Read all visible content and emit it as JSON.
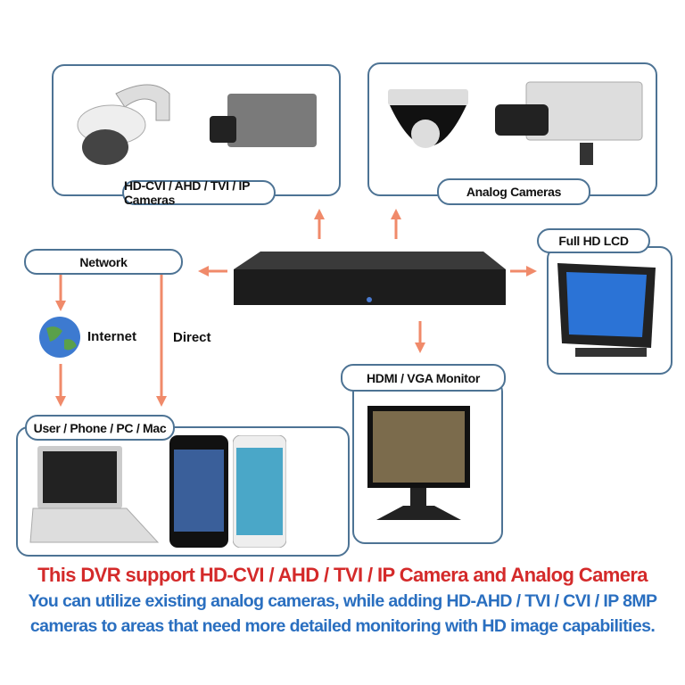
{
  "labels": {
    "hd_cameras": "HD-CVI / AHD / TVI / IP Cameras",
    "analog_cameras": "Analog Cameras",
    "full_hd_lcd": "Full HD LCD",
    "network": "Network",
    "internet": "Internet",
    "direct": "Direct",
    "user_devices": "User / Phone / PC / Mac",
    "hdmi_vga_monitor": "HDMI / VGA Monitor"
  },
  "captions": {
    "headline": "This DVR support HD-CVI / AHD / TVI / IP Camera and Analog Camera",
    "line1": "You can utilize existing analog cameras, while adding HD-AHD / TVI / CVI / IP 8MP",
    "line2": "cameras to areas that need more detailed monitoring with HD image capabilities."
  },
  "colors": {
    "headline": "#d42a2a",
    "body": "#2a6fc0",
    "arrow": "#f08a6a",
    "border": "#4d7394"
  }
}
